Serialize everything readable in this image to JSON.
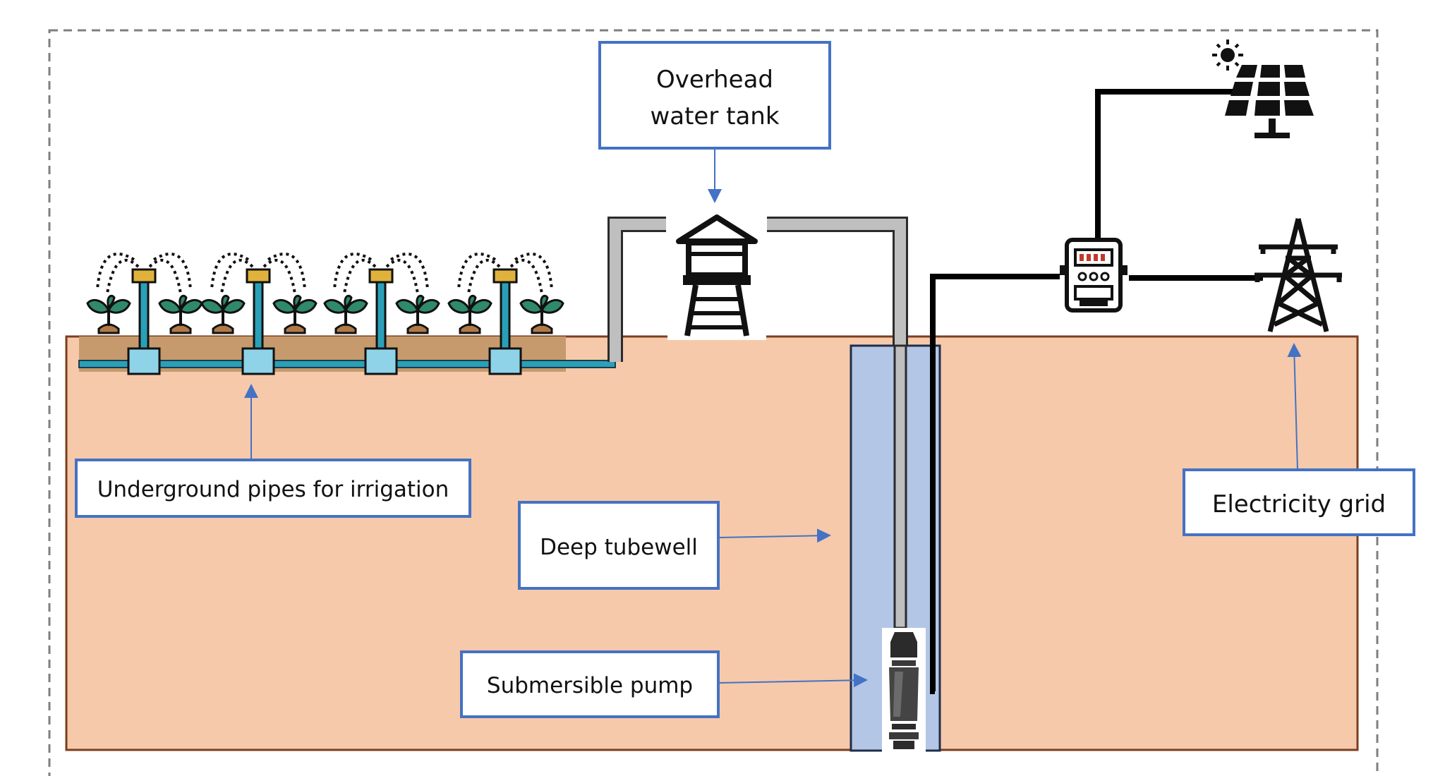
{
  "labels": {
    "overhead_tank_line1": "Overhead",
    "overhead_tank_line2": "water tank",
    "underground_pipes": "Underground pipes for irrigation",
    "deep_tubewell": "Deep tubewell",
    "submersible_pump": "Submersible pump",
    "electricity_grid": "Electricity grid"
  },
  "icons": {
    "sun": "sun-icon",
    "solar_panel": "solar-panel-icon",
    "meter": "electric-meter-icon",
    "tower": "transmission-tower-icon",
    "water_tower": "water-tower-icon",
    "pump": "submersible-pump-icon",
    "sprinkler": "sprinkler-icon",
    "plant": "plant-icon"
  },
  "colors": {
    "ground": "#f6c9aa",
    "ground_border": "#7a3f1e",
    "soil_strip": "#c69a6d",
    "well_water": "#b3c6e6",
    "label_border": "#4472c4",
    "arrow": "#4472c4",
    "pipe_gray": "#bfbfbf",
    "plant_green": "#2f8a6a",
    "pipe_teal": "#2aa0b8",
    "sprinkler_head": "#e0b23c"
  }
}
